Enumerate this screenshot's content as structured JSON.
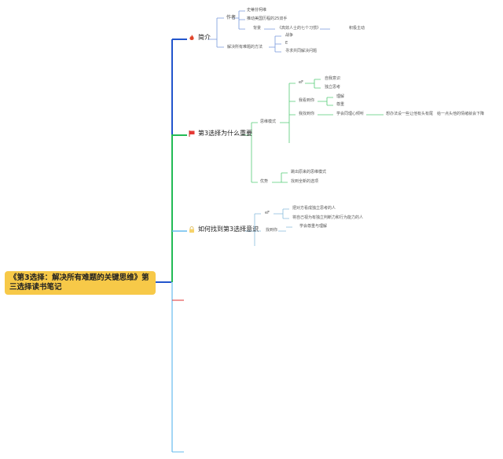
{
  "root": {
    "title": "《第3选择：解决所有难题的关键思维》第三选择读书笔记"
  },
  "colors": {
    "trunk": "#2255cc",
    "branch_green": "#22bb55",
    "branch_red": "#e03030",
    "branch_lightblue": "#66bbee",
    "leaf_lines": "#7799dd",
    "leaf_green": "#55cc77",
    "root_bg": "#f7c948"
  },
  "intro": {
    "label": "简介",
    "icon": "fire-icon",
    "author": "作者",
    "author_items": [
      "史蒂芬柯维",
      "推动美国历程的25双手"
    ],
    "background": "背景",
    "background_book": "《高效人士的七个习惯》",
    "background_habit": "积极主动",
    "method": "解决所有难题的方法",
    "method_items": [
      "战争",
      "E",
      "寻求共同解决问题"
    ]
  },
  "why": {
    "label": "第3选择为什么重要",
    "icon": "flag-icon",
    "thinking": "思维模式",
    "ef": "eF",
    "ef_items": [
      "自我意识",
      "独立思考"
    ],
    "see_others": "我看到你",
    "see_items": [
      "理解",
      "尊重"
    ],
    "seek": "我找到你",
    "seek_item": "学会同理心倾听",
    "seek_result_a": "想办法设一些让他有头有尾",
    "seek_result_b": "给一点头他的情绪就会下降",
    "advantage": "优势",
    "advantage_items": [
      "跳出原来的思维模式",
      "找到全新的选项"
    ]
  },
  "how": {
    "label": "如何找到第3选择意识",
    "icon": "lock-icon",
    "ef": "eF",
    "ef_items": [
      "把对方看成独立思考的人",
      "将自己视为有独立判断力和行为能力的人"
    ],
    "seek": "找到你",
    "seek_item": "学会尊重与理解"
  }
}
